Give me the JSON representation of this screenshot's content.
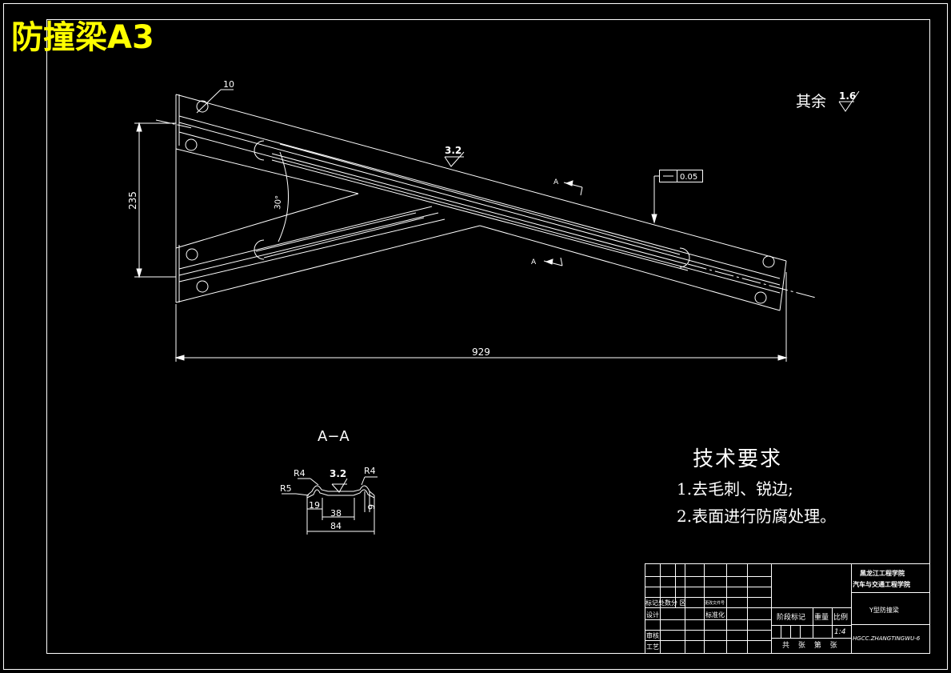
{
  "title_text": "防撞梁A3",
  "surface_finish_rest": {
    "label": "其余",
    "value": "1.6"
  },
  "dims": {
    "hole_dia": "10",
    "height": "235",
    "angle": "30°",
    "length": "929",
    "roughness_main": "3.2",
    "flatness": "0.05",
    "section_mark": "A"
  },
  "section": {
    "title": "A−A",
    "r4_left": "R4",
    "r4_right": "R4",
    "r5": "R5",
    "roughness": "3.2",
    "d19": "19",
    "d38": "38",
    "d9": "9",
    "d84": "84"
  },
  "tech_req": {
    "heading": "技术要求",
    "items": [
      "1.去毛刺、锐边;",
      "2.表面进行防腐处理。"
    ]
  },
  "title_block": {
    "school_line1": "黑龙江工程学院",
    "school_line2": "汽车与交通工程学院",
    "part_name": "Y型防撞梁",
    "drawing_no": "HGCC.ZHANGTINGWU-6",
    "rev_headers": "标记处数分 区",
    "rev_extra": "更改文件号",
    "sign_date": "标准化",
    "design": "设计",
    "review": "审核",
    "process": "工艺",
    "stage_label": "阶段标记",
    "weight_label": "重量",
    "scale_label": "比例",
    "scale": "1:4",
    "sheets": "共 张 第 张"
  },
  "colors": {
    "title": "#ffff00",
    "lines": "#ffffff",
    "background": "#000000"
  }
}
